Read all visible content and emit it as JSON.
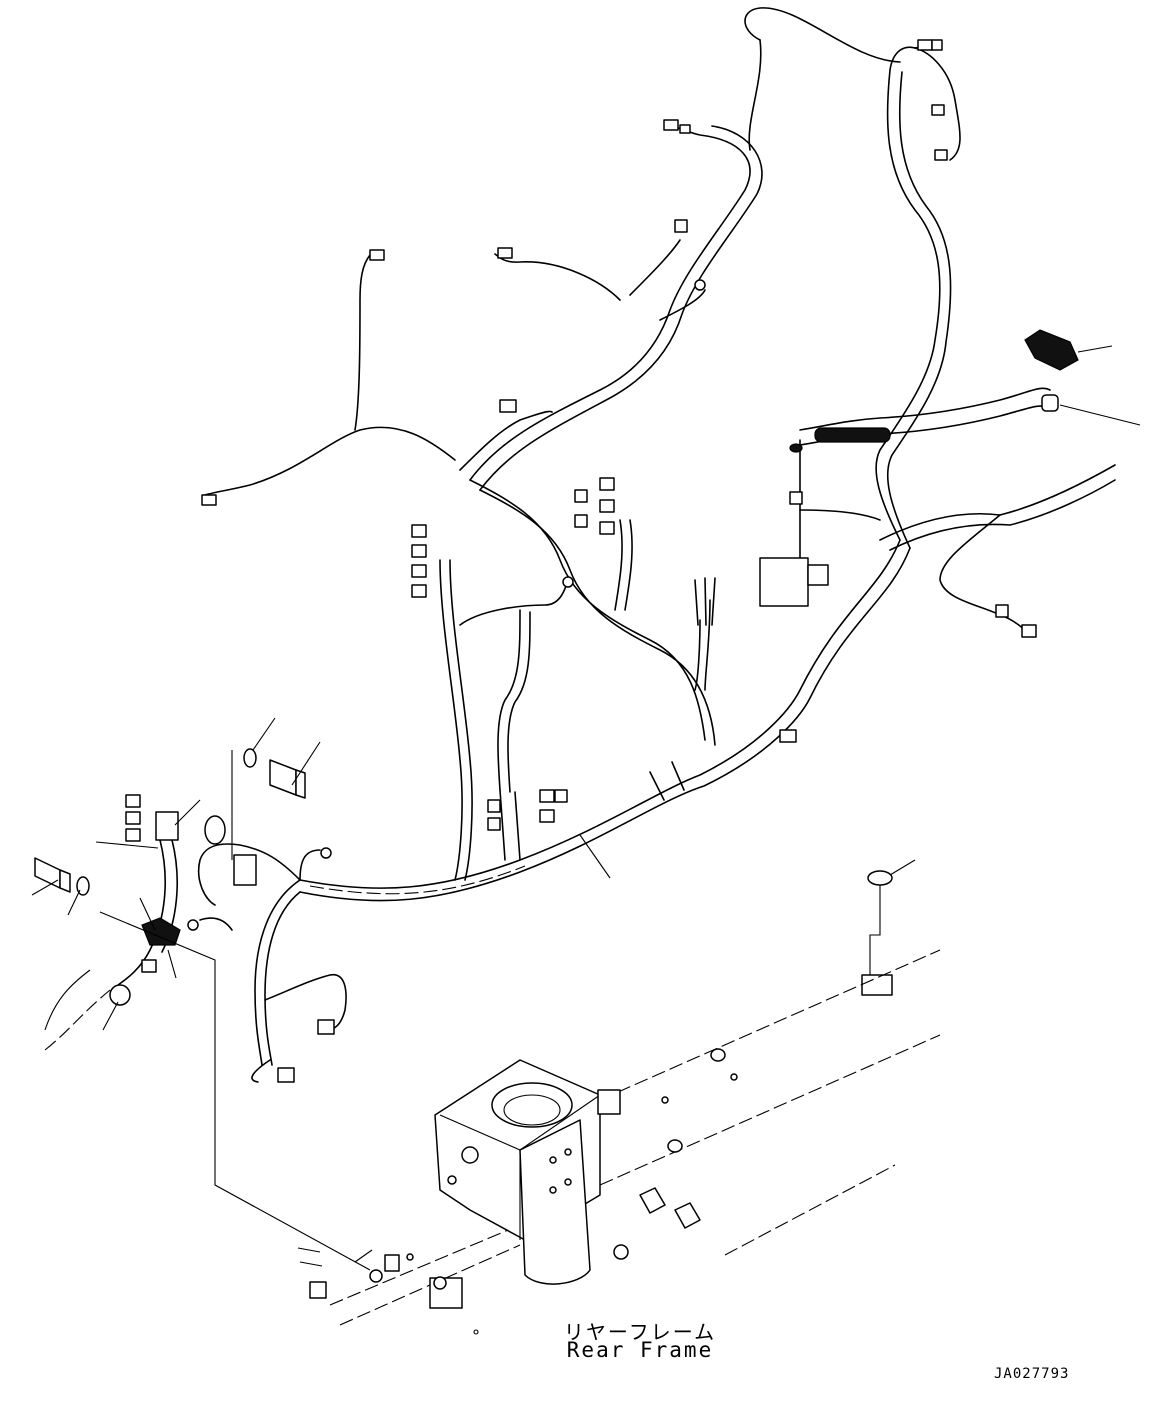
{
  "figure": {
    "caption_japanese": "リヤーフレーム",
    "caption_english": "Rear Frame",
    "drawing_number": "JA027793"
  },
  "colors": {
    "line": "#000000",
    "background": "#ffffff"
  }
}
